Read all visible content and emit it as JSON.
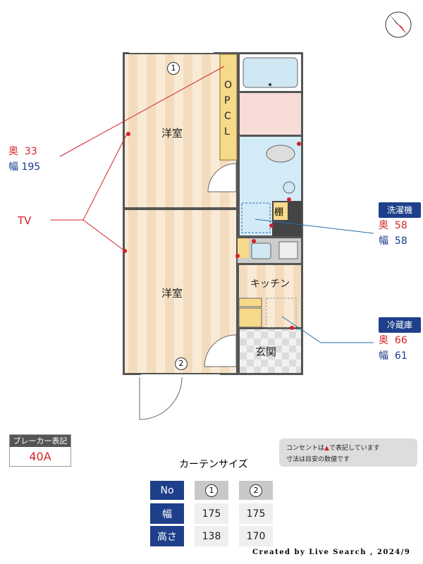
{
  "rooms": {
    "western_1": "洋室",
    "western_2": "洋室",
    "closet": "OPCL",
    "kitchen": "キッチン",
    "entrance": "玄関",
    "shelf": "棚"
  },
  "window_numbers": [
    "1",
    "2"
  ],
  "left_annotation": {
    "depth_label": "奥",
    "depth": "33",
    "width_label": "幅",
    "width": "195",
    "tv": "TV"
  },
  "washer": {
    "title": "洗濯機",
    "depth_label": "奥",
    "depth": "58",
    "width_label": "幅",
    "width": "58"
  },
  "fridge": {
    "title": "冷蔵庫",
    "depth_label": "奥",
    "depth": "66",
    "width_label": "幅",
    "width": "61"
  },
  "breaker": {
    "title": "ブレーカー表記",
    "value": "40A"
  },
  "notes": {
    "line1_before": "コンセントは",
    "line1_after": "で表記しています",
    "line2": "寸法は目安の数値です"
  },
  "curtain": {
    "title": "カーテンサイズ",
    "headers": [
      "No",
      "幅",
      "高さ"
    ],
    "columns": [
      {
        "no": "1",
        "width": "175",
        "height": "138"
      },
      {
        "no": "2",
        "width": "175",
        "height": "170"
      }
    ]
  },
  "credit": "Created by Live Search , 2024/9",
  "colors": {
    "navy": "#1e3f8a",
    "red": "#d2232a",
    "floor": "#f6e3c8",
    "closet": "#f7d98a",
    "bath": "#cfe8f3"
  }
}
